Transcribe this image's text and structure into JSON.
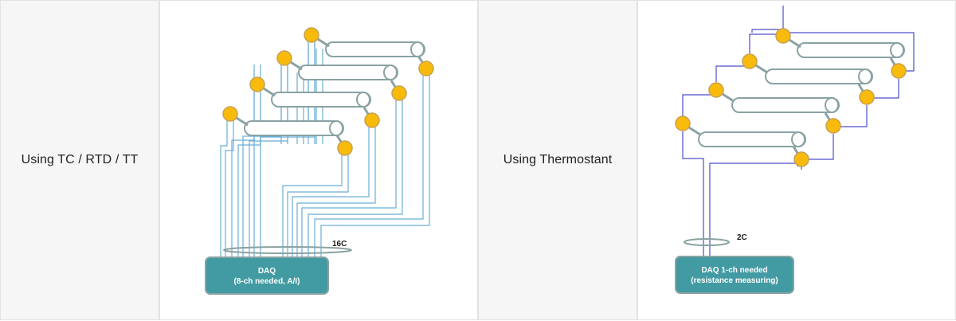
{
  "rows": [
    {
      "label": "Using TC / RTD / TT",
      "diagram": {
        "cable_label": "16C",
        "daq_line1": "DAQ",
        "daq_line2": "(8-ch needed, A/I)"
      }
    },
    {
      "label": "Using Thermostant",
      "diagram": {
        "cable_label": "2C",
        "daq_line1": "DAQ    1-ch needed",
        "daq_line2": "(resistance measuring)"
      }
    }
  ],
  "colors": {
    "pipe_stroke": "#8aa2a3",
    "sensor_fill": "#f8bb0b",
    "sensor_stroke": "#c8a052",
    "wire_tc": "#6aaed6",
    "wire_thermostat": "#4c4fc9",
    "daq_fill": "#429aa2",
    "daq_stroke": "#8aa2a3",
    "daq_text": "#ffffff",
    "cable_text": "#1b1b1b"
  }
}
